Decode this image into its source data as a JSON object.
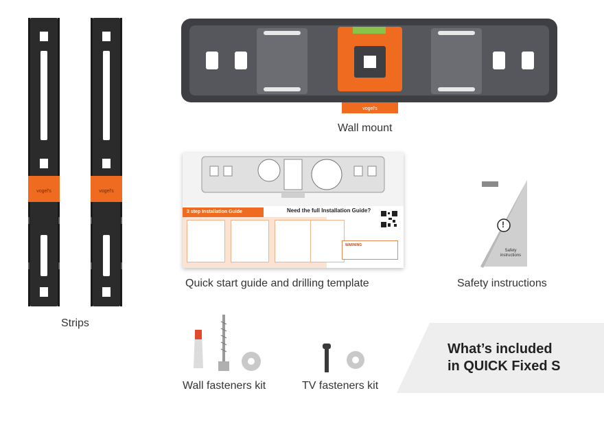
{
  "captions": {
    "strips": "Strips",
    "wall_mount": "Wall mount",
    "guide": "Quick start guide and drilling template",
    "safety": "Safety instructions",
    "wall_fasteners": "Wall fasteners kit",
    "tv_fasteners": "TV fasteners kit"
  },
  "panel": {
    "title": "What’s included\nin QUICK Fixed S"
  },
  "guide": {
    "banner": "3 step Installation Guide",
    "need": "Need the full Installation Guide?",
    "warning": "WARNING"
  },
  "safety_card": {
    "label": "Safety instructions",
    "symbol": "!"
  },
  "colors": {
    "accent": "#ee6b1f",
    "dark_metal": "#2a2a2a",
    "mount_gray": "#4a4b4f",
    "panel_bg": "#eeeeee"
  }
}
